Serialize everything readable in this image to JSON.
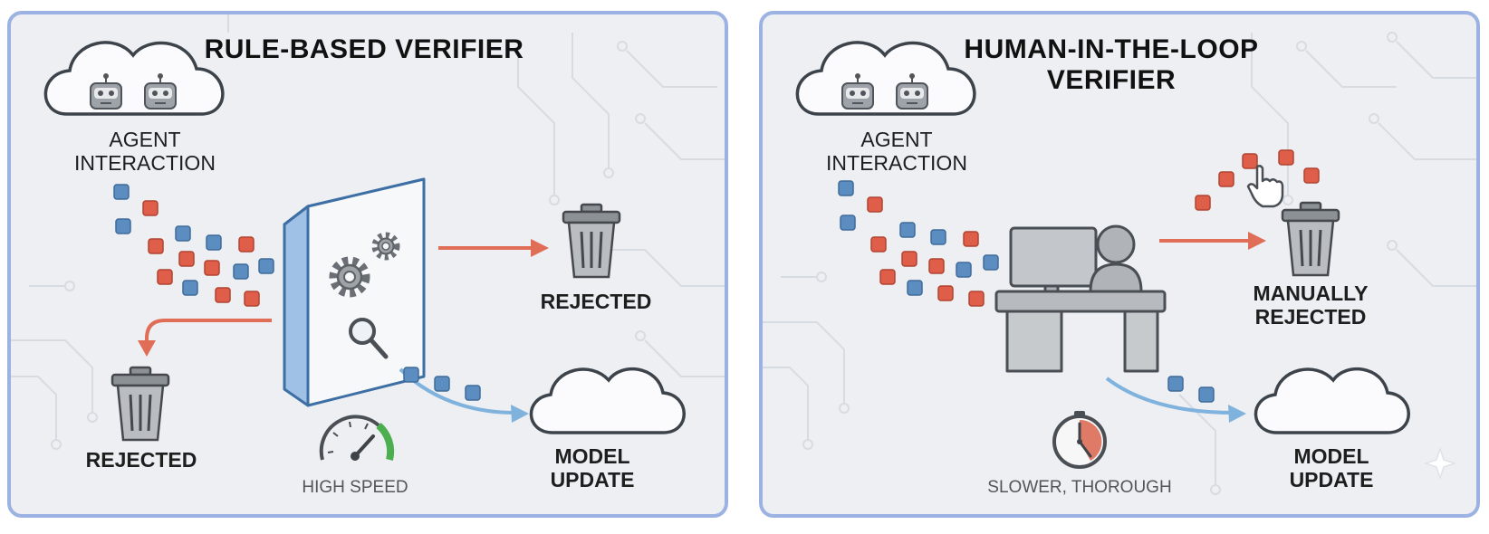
{
  "left_panel": {
    "title": "RULE-BASED VERIFIER",
    "agent_label": "AGENT\nINTERACTION",
    "rejected_right": "REJECTED",
    "rejected_left": "REJECTED",
    "model_update": "MODEL\nUPDATE",
    "speed_label": "HIGH SPEED"
  },
  "right_panel": {
    "title": "HUMAN-IN-THE-LOOP\nVERIFIER",
    "agent_label": "AGENT\nINTERACTION",
    "rejected": "MANUALLY\nREJECTED",
    "model_update": "MODEL\nUPDATE",
    "speed_label": "SLOWER, THOROUGH"
  },
  "colors": {
    "blue_block": "#5b8dc1",
    "red_block": "#df5e4a",
    "arrow_red": "#e06d55",
    "arrow_blue": "#7fb2dc",
    "panel_border": "#9bb2e2",
    "panel_bg": "#eeeff3",
    "gauge_green": "#4caf4f"
  },
  "icons": [
    "cloud-icon",
    "robot-icon",
    "verifier-box-icon",
    "gear-icon",
    "magnifier-icon",
    "trash-icon",
    "gauge-icon",
    "clock-icon",
    "computer-desk-icon",
    "person-icon",
    "hand-cursor-icon"
  ]
}
